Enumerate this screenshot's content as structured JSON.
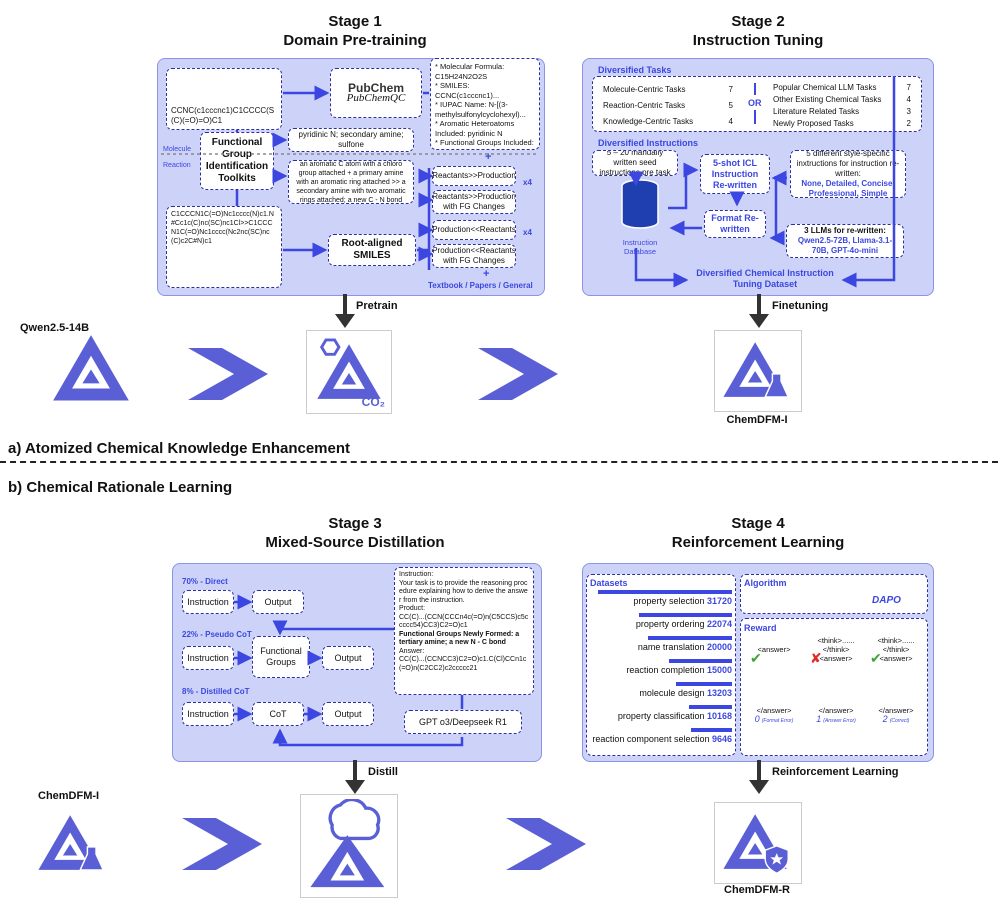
{
  "stage1": {
    "title_line1": "Stage 1",
    "title_line2": "Domain Pre-training",
    "molecule_text": "CCNC(c1cccnc1)C1CCCC(S(C)(=O)=O)C1",
    "pubchem_label": "PubChem",
    "pubchemqc_label": "PubChemQC",
    "info_box": "* Molecular Formula: C15H24N2O2S\n* SMILES: CCNC(c1cccnc1)...\n* IUPAC Name: N-[(3-methylsulfonylcyclohexyl)...\n* Aromatic Heteroatoms Included: pyridinic N\n* Functional Groups Included: secondary amine; sulfone\n......",
    "molecule_tag": "Molecule",
    "reaction_tag": "Reaction",
    "fg_toolkit": "Functional Group Identification Toolkits",
    "fg_result": "pyridinic N; secondary amine; sulfone",
    "reaction_desc": "an aromatic C atom with a chloro group attached + a primary amine with an aromatic ring attached >> a secondary amine with two aromatic rings attached; a new C - N bond",
    "reaction_smiles": "C1CCCN1C(=O)Nc1cccc(N)c1.N#Cc1c(C)nc(SC)nc1Cl>>C1CCCN1C(=O)Nc1cccc(Nc2nc(SC)nc(C)c2C#N)c1",
    "root_aligned": "Root-aligned SMILES",
    "tasks": [
      "Reactants>>Production",
      "Reactants>>Production with FG Changes",
      "Production<<Reactants",
      "Production<<Reactants with FG Changes"
    ],
    "x4": "x4",
    "plus": "+",
    "textbook": "Textbook / Papers / General",
    "arrow_label": "Pretrain"
  },
  "stage2": {
    "title_line1": "Stage 2",
    "title_line2": "Instruction Tuning",
    "div_tasks_title": "Diversified Tasks",
    "left_tasks": [
      {
        "name": "Molecule-Centric Tasks",
        "count": "7"
      },
      {
        "name": "Reaction-Centric Tasks",
        "count": "5"
      },
      {
        "name": "Knowledge-Centric Tasks",
        "count": "4"
      }
    ],
    "or_label": "OR",
    "right_tasks": [
      {
        "name": "Popular Chemical LLM Tasks",
        "count": "7"
      },
      {
        "name": "Other Existing Chemical Tasks",
        "count": "4"
      },
      {
        "name": "Literature Related Tasks",
        "count": "3"
      },
      {
        "name": "Newly Proposed Tasks",
        "count": "2"
      }
    ],
    "div_instr_title": "Diversified Instructions",
    "seed": "5 – 20 manually written seed instructions pre task",
    "icl": "5-shot ICL Instruction Re-written",
    "style_text": "5 different style-specific inxtructions for instruction re-written:",
    "style_list": "None, Detailed, Concise, Professional, Simple",
    "format": "Format Re-written",
    "llm_text": "3 LLMs for re-written:",
    "llm_list": "Qwen2.5-72B, Llama-3.1-70B, GPT-4o-mini",
    "db_label": "Instruction Database",
    "dataset_label": "Diversified Chemical Instruction Tuning Dataset",
    "arrow_label": "Finetuning"
  },
  "row_a": {
    "base_model": "Qwen2.5-14B",
    "result_model": "ChemDFM-I",
    "co2": "CO₂",
    "section_label": "a) Atomized Chemical Knowledge Enhancement"
  },
  "section_b": "b) Chemical Rationale Learning",
  "stage3": {
    "title_line1": "Stage 3",
    "title_line2": "Mixed-Source Distillation",
    "direct": "70% - Direct",
    "pseudo": "22% - Pseudo CoT",
    "distilled": "8% - Distilled CoT",
    "instruction": "Instruction",
    "output": "Output",
    "fg": "Functional Groups",
    "cot": "CoT",
    "prompt_box_1": "Instruction:\nYour task is to provide the reasoning procedure explaining how to derive the answer from the instruction.\nProduct:\nCC(C)...(CCN(CCCn4c(=O)n(C5CCS)c5ccccc54)CC3)C2=O)c1",
    "prompt_box_fg": "Functional Groups Newly Formed: a tertiary amine; a new N - C bond",
    "prompt_box_2": "Answer:\nCC(C)...(CCNCC3)C2=O)c1.C(Cl)CCn1c(=O)n(C2CC2)c2ccccc21",
    "gpt": "GPT o3/Deepseek R1",
    "arrow_label": "Distill"
  },
  "stage4": {
    "title_line1": "Stage 4",
    "title_line2": "Reinforcement Learning",
    "datasets_title": "Datasets",
    "datasets": [
      {
        "name": "property selection",
        "count": 31720
      },
      {
        "name": "property ordering",
        "count": 22074
      },
      {
        "name": "name translation",
        "count": 20000
      },
      {
        "name": "reaction completion",
        "count": 15000
      },
      {
        "name": "molecule design",
        "count": 13203
      },
      {
        "name": "property classification",
        "count": 10168
      },
      {
        "name": "reaction component selection",
        "count": 9646
      }
    ],
    "algorithm_title": "Algorithm",
    "algorithm": "DAPO",
    "reward_title": "Reward",
    "rewards": [
      {
        "top": "<answer>",
        "bottom": "</answer>",
        "score": "0",
        "note": "(Format Error)",
        "mark": "✔",
        "mark_color": "#3aa635"
      },
      {
        "top": "<think>......</think>\n<answer>",
        "bottom": "</answer>",
        "score": "1",
        "note": "(Answer Error)",
        "mark": "✘",
        "mark_color": "#e02b2b"
      },
      {
        "top": "<think>......</think>\n<answer>",
        "bottom": "</answer>",
        "score": "2",
        "note": "(Correct)",
        "mark": "✔",
        "mark_color": "#3aa635"
      }
    ],
    "arrow_label": "Reinforcement Learning"
  },
  "row_b": {
    "base_model": "ChemDFM-I",
    "result_model": "ChemDFM-R"
  },
  "colors": {
    "accent": "#3b47e0",
    "panel": "#cdd3f8",
    "logo": "#5a5fd6"
  }
}
